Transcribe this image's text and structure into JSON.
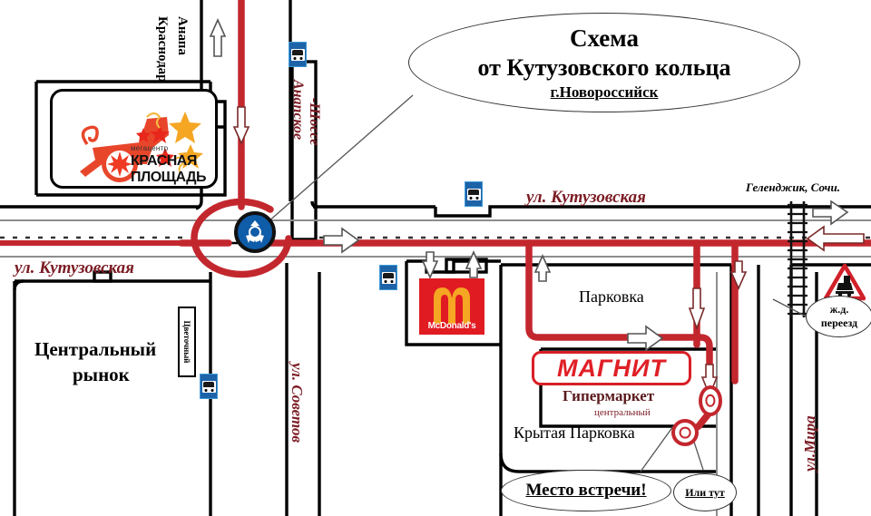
{
  "title_callout": {
    "line1": "Схема",
    "line2": "от Кутузовского кольца",
    "line3": "г.Новороссийск"
  },
  "brands": {
    "krasnaya_ploshchad": {
      "small": "мегацентр",
      "line1": "КРАСНАЯ",
      "line2": "ПЛОЩАДЬ",
      "icon": "cannon-icon"
    },
    "mcdonalds": {
      "name": "McDonald's",
      "icon": "golden-arches-icon"
    },
    "magnit": {
      "name": "МАГНИТ",
      "sub1": "Гипермаркет",
      "sub2": "центральный"
    }
  },
  "places": {
    "central_market_line1": "Центральный",
    "central_market_line2": "рынок",
    "flower_pavilion": "Цветочный",
    "parking": "Парковка",
    "covered_parking": "Крытая Парковка"
  },
  "streets": {
    "kutuzovskaya_right": "ул. Кутузовская",
    "kutuzovskaya_left": "ул. Кутузовская",
    "anapskoe_shosse_l1": "Анапское",
    "anapskoe_shosse_l2": "-Шоссе",
    "sovetov": "ул. Советов",
    "mira": "ул.Мира"
  },
  "directions": {
    "krasnodar": "Краснодар",
    "anapa": "Анапа",
    "gelendzhik_sochi": "Геленджик, Сочи."
  },
  "signs": {
    "roundabout": "roundabout-sign-icon",
    "railway_crossing_icon": "railway-crossing-warning-icon",
    "railway_crossing_l1": "ж.д.",
    "railway_crossing_l2": "переезд",
    "bus_stop_icon": "bus-stop-sign-icon"
  },
  "callouts": {
    "meeting_point": "Место встречи!",
    "or_here": "Или тут"
  },
  "colors": {
    "route_red": "#c3272e",
    "street_label": "#7b1b23",
    "bus_sign_blue": "#1d63a8",
    "magnit_red": "#e01f26",
    "mcd_red": "#e11b22",
    "mcd_yellow": "#f5a623"
  }
}
